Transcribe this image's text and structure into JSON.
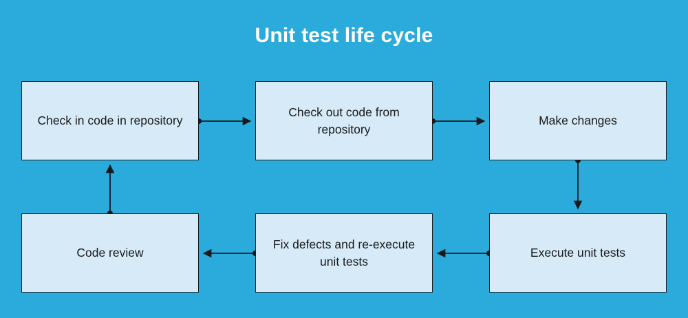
{
  "diagram": {
    "title": "Unit test life cycle",
    "type": "flowchart",
    "background_color": "#2aabdb",
    "node_fill_color": "#d6eaf7",
    "node_border_color": "#1a1a1a",
    "text_color": "#1a1a1a",
    "title_color": "#ffffff",
    "nodes": [
      {
        "id": "checkin",
        "label": "Check in code in repository",
        "row": 1,
        "col": 1
      },
      {
        "id": "checkout",
        "label": "Check out code from repository",
        "row": 1,
        "col": 2
      },
      {
        "id": "changes",
        "label": "Make changes",
        "row": 1,
        "col": 3
      },
      {
        "id": "codereview",
        "label": "Code review",
        "row": 2,
        "col": 1
      },
      {
        "id": "fixdefects",
        "label": "Fix defects and re-execute unit tests",
        "row": 2,
        "col": 2
      },
      {
        "id": "execute",
        "label": "Execute unit tests",
        "row": 2,
        "col": 3
      }
    ],
    "edges": [
      {
        "from": "checkin",
        "to": "checkout",
        "direction": "right"
      },
      {
        "from": "checkout",
        "to": "changes",
        "direction": "right"
      },
      {
        "from": "changes",
        "to": "execute",
        "direction": "down"
      },
      {
        "from": "execute",
        "to": "fixdefects",
        "direction": "left"
      },
      {
        "from": "fixdefects",
        "to": "codereview",
        "direction": "left"
      },
      {
        "from": "codereview",
        "to": "checkin",
        "direction": "up"
      }
    ]
  }
}
